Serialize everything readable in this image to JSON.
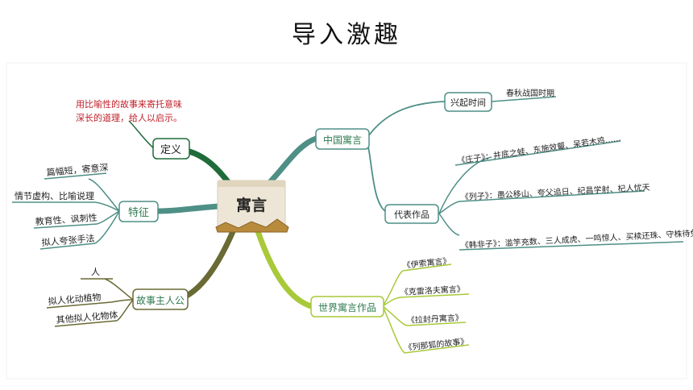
{
  "title": "导入激趣",
  "center": {
    "label": "寓言"
  },
  "colors": {
    "dark_green": "#1f6b3a",
    "teal": "#4e8f86",
    "olive": "#6a6a35",
    "lime": "#a8c93a",
    "red_text": "#c0202a"
  },
  "nodes": {
    "definition": {
      "label": "定义",
      "text_line1": "用比喻性的故事来寄托意味",
      "text_line2": "深长的道理，给人以启示。"
    },
    "features": {
      "label": "特征",
      "items": [
        "篇幅短，寄意深",
        "情节虚构、比喻说理",
        "教育性、讽刺性",
        "拟人夸张手法"
      ]
    },
    "protagonist": {
      "label": "故事主人公",
      "items": [
        "人",
        "拟人化动植物",
        "其他拟人化物体"
      ]
    },
    "chinese": {
      "label": "中国寓言",
      "origin": {
        "label": "兴起时间",
        "value": "春秋战国时期"
      },
      "works": {
        "label": "代表作品",
        "items": [
          "《庄子》：井底之蛙、东施效颦、呆若木鸡……",
          "《列子》：愚公移山、夸父追日、纪昌学射、杞人忧天",
          "《韩非子》：滥竽充数、三人成虎、一鸣惊人、买椟还珠、守株待兔"
        ]
      }
    },
    "world": {
      "label": "世界寓言作品",
      "items": [
        "《伊索寓言》",
        "《克雷洛夫寓言》",
        "《拉封丹寓言》",
        "《列那狐的故事》"
      ]
    }
  }
}
